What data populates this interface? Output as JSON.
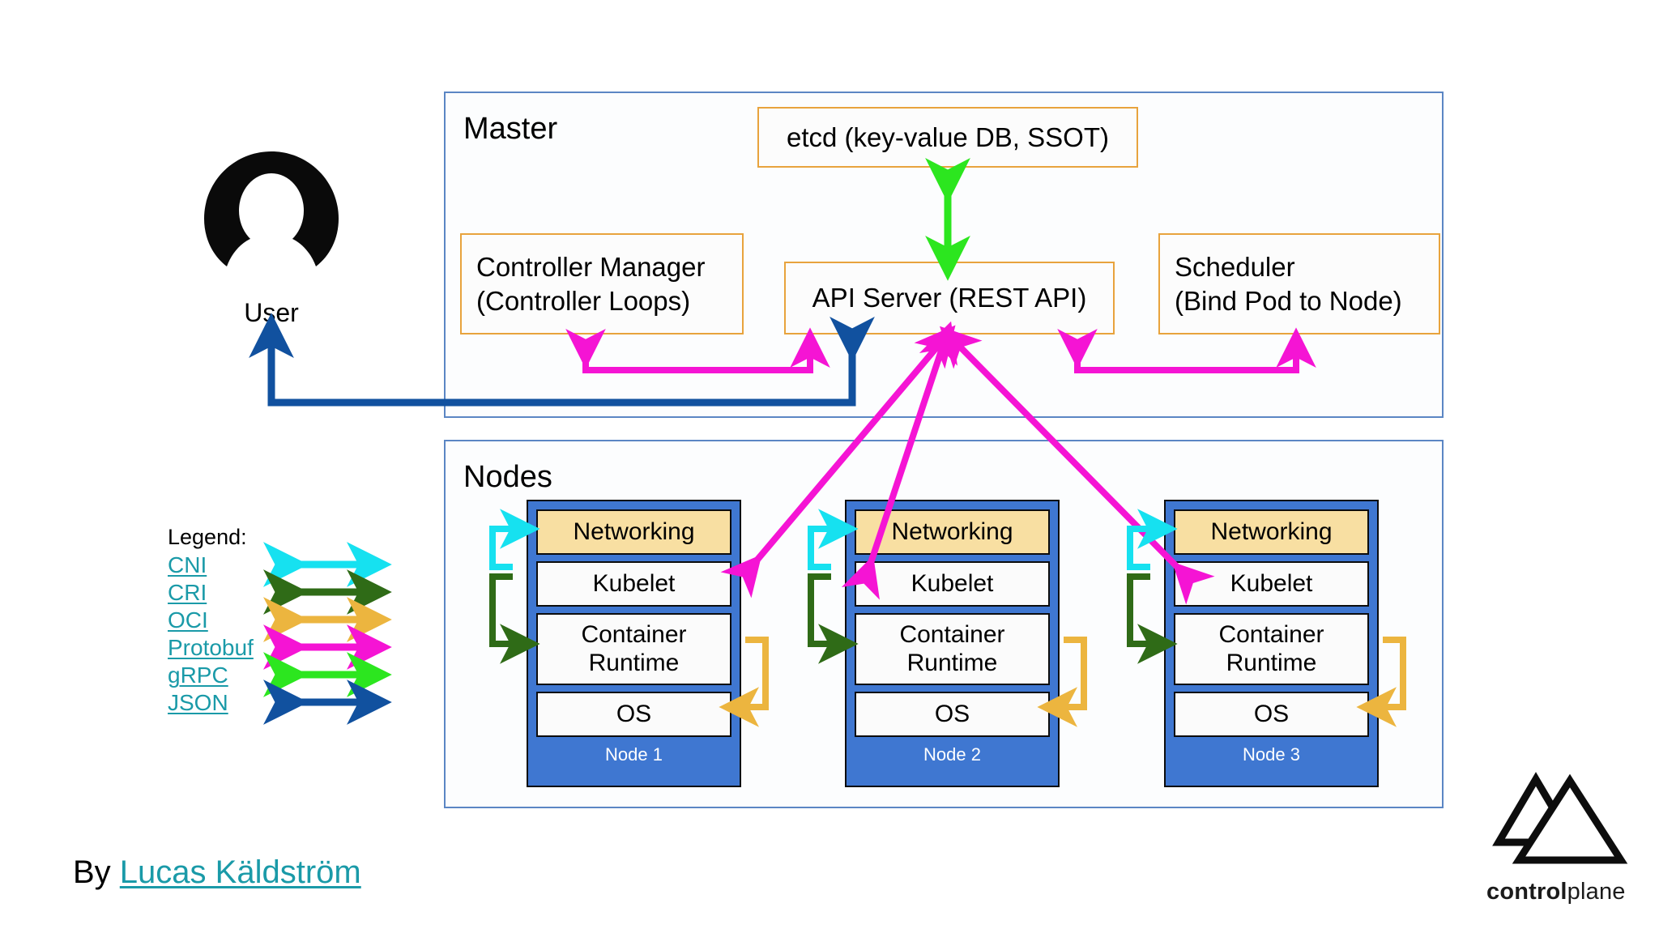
{
  "diagram": {
    "title_master": "Master",
    "title_nodes": "Nodes"
  },
  "master": {
    "label": "Master",
    "components": [
      {
        "id": "etcd",
        "label": "etcd (key-value DB, SSOT)"
      },
      {
        "id": "controller-manager",
        "line1": "Controller Manager",
        "line2": "(Controller Loops)"
      },
      {
        "id": "api-server",
        "label": "API Server (REST API)"
      },
      {
        "id": "scheduler",
        "line1": "Scheduler",
        "line2": "(Bind Pod to Node)"
      }
    ]
  },
  "nodes": {
    "label": "Nodes",
    "layers": [
      "Networking",
      "Kubelet",
      "Container Runtime",
      "OS"
    ],
    "items": [
      {
        "name": "Node 1"
      },
      {
        "name": "Node 2"
      },
      {
        "name": "Node 3"
      }
    ]
  },
  "user": {
    "label": "User",
    "icon": "user-avatar-icon"
  },
  "legend": {
    "title": "Legend:",
    "items": [
      {
        "label": "CNI",
        "color": "#16e1f0"
      },
      {
        "label": "CRI",
        "color": "#2f6b17"
      },
      {
        "label": "OCI",
        "color": "#ecb53f"
      },
      {
        "label": "Protobuf",
        "color": "#f514d4"
      },
      {
        "label": "gRPC",
        "color": "#2ce61f"
      },
      {
        "label": "JSON",
        "color": "#11519f"
      }
    ]
  },
  "credit": {
    "prefix": "By ",
    "author": "Lucas Käldström"
  },
  "logo": {
    "mark": "controlplane-triangles-icon",
    "bold": "control",
    "regular": "plane"
  },
  "colors": {
    "group_border": "#5b86c4",
    "component_border": "#e8a33d",
    "node_fill": "#3f77d1",
    "networking_fill": "#f8dfa2",
    "cni": "#16e1f0",
    "cri": "#2f6b17",
    "oci": "#ecb53f",
    "protobuf": "#f514d4",
    "grpc": "#2ce61f",
    "json": "#11519f",
    "link": "#1a9aa8"
  }
}
